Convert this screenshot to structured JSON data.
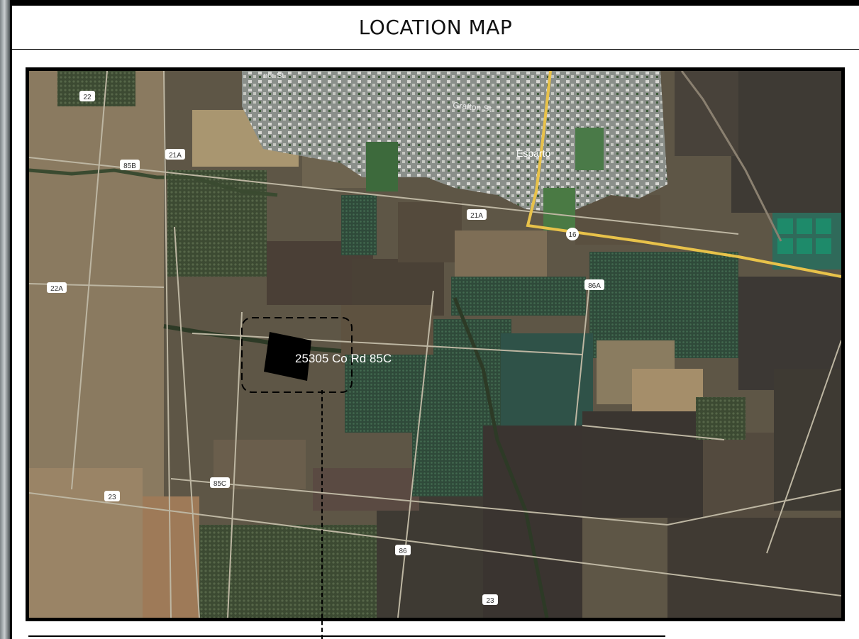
{
  "header": {
    "title": "LOCATION MAP"
  },
  "map": {
    "place_labels": {
      "town": "Esparto",
      "street_grafton": "Grafton St",
      "street_top": "nor St",
      "site_address": "25305 Co Rd 85C"
    },
    "road_shields": {
      "r22": "22",
      "r85b": "85B",
      "r21a_west": "21A",
      "r21a_east": "21A",
      "r16": "16",
      "r22a": "22A",
      "r86a": "86A",
      "r85c": "85C",
      "r23_west": "23",
      "r86": "86",
      "r23_south": "23"
    },
    "colors": {
      "highway": "#e8c24a",
      "site_parcel": "#000000",
      "callout_border": "#000000"
    }
  }
}
